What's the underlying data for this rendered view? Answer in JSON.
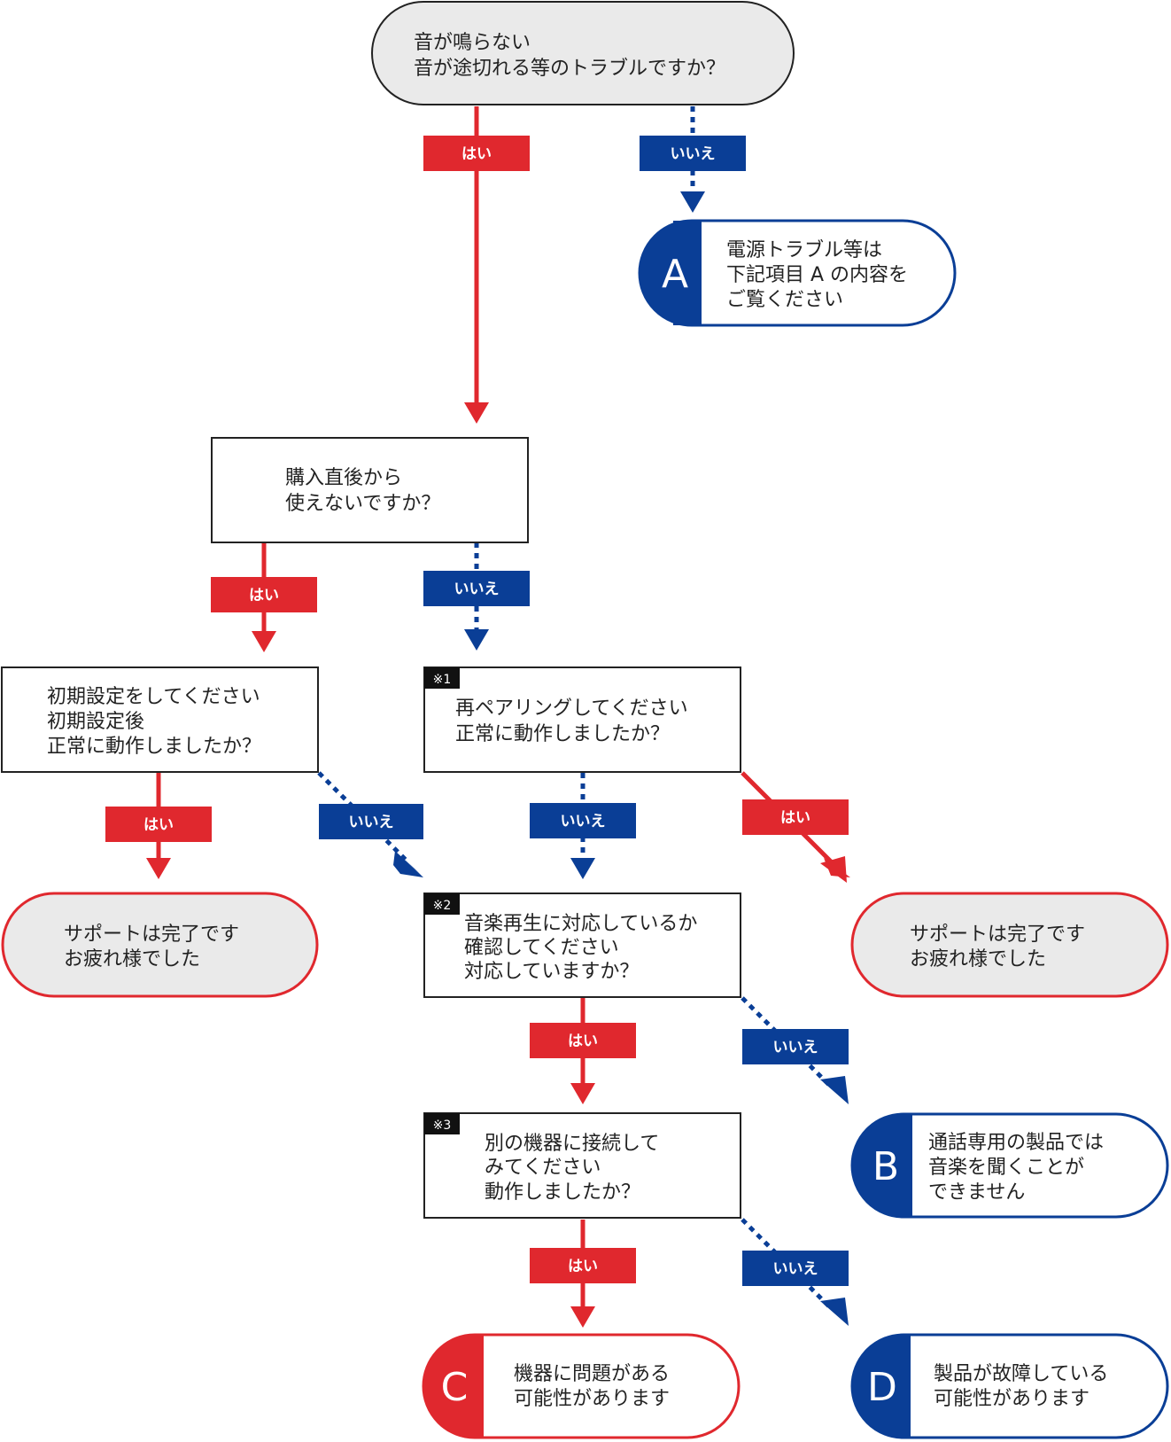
{
  "colors": {
    "yes": "#e0282e",
    "no": "#0a3e96",
    "terminal_fill": "#eaeaea",
    "box_stroke": "#222222"
  },
  "start": {
    "lines": [
      "音が鳴らない",
      "音が途切れる等のトラブルですか？"
    ]
  },
  "q_purchase": {
    "lines": [
      "購入直後から",
      "使えないですか？"
    ]
  },
  "q_initial": {
    "lines": [
      "初期設定をしてください",
      "初期設定後",
      "正常に動作しましたか？"
    ]
  },
  "q_repair": {
    "note": "※1",
    "lines": [
      "再ペアリングしてください",
      "正常に動作しましたか？"
    ]
  },
  "q_music": {
    "note": "※2",
    "lines": [
      "音楽再生に対応しているか",
      "確認してください",
      "対応していますか？"
    ]
  },
  "q_other": {
    "note": "※3",
    "lines": [
      "別の機器に接続して",
      "みてください",
      "動作しましたか？"
    ]
  },
  "end_left": {
    "lines": [
      "サポートは完了です",
      "お疲れ様でした"
    ]
  },
  "end_right": {
    "lines": [
      "サポートは完了です",
      "お疲れ様でした"
    ]
  },
  "result_a": {
    "letter": "A",
    "lines": [
      "電源トラブル等は",
      "下記項目 A の内容を",
      "ご覧ください"
    ]
  },
  "result_b": {
    "letter": "B",
    "lines": [
      "通話専用の製品では",
      "音楽を聞くことが",
      "できません"
    ]
  },
  "result_c": {
    "letter": "C",
    "lines": [
      "機器に問題がある",
      "可能性があります"
    ]
  },
  "result_d": {
    "letter": "D",
    "lines": [
      "製品が故障している",
      "可能性があります"
    ]
  },
  "labels": {
    "yes": "はい",
    "no": "いいえ"
  }
}
